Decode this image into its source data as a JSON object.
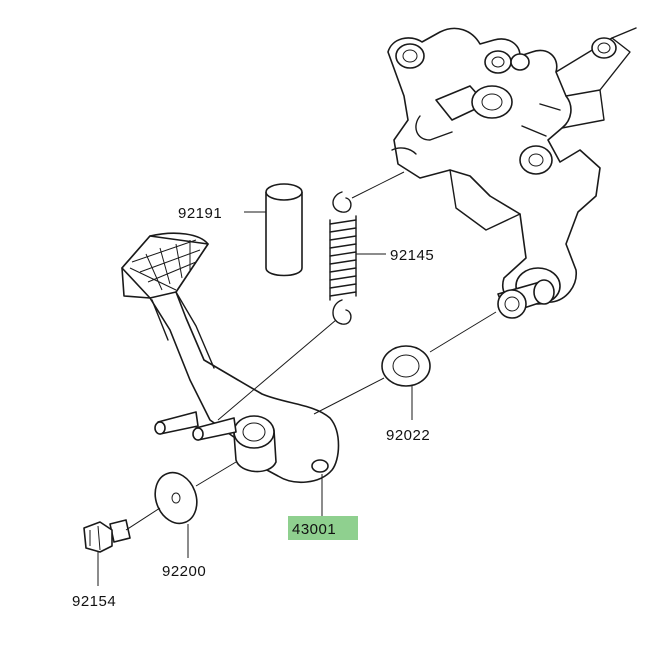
{
  "diagram": {
    "parts": [
      {
        "id": "p92191",
        "number": "92191"
      },
      {
        "id": "p92145",
        "number": "92145"
      },
      {
        "id": "p92022",
        "number": "92022"
      },
      {
        "id": "p43001",
        "number": "43001",
        "highlighted": true
      },
      {
        "id": "p92200",
        "number": "92200"
      },
      {
        "id": "p92154",
        "number": "92154"
      }
    ],
    "highlight_color": "#8fd08f"
  }
}
